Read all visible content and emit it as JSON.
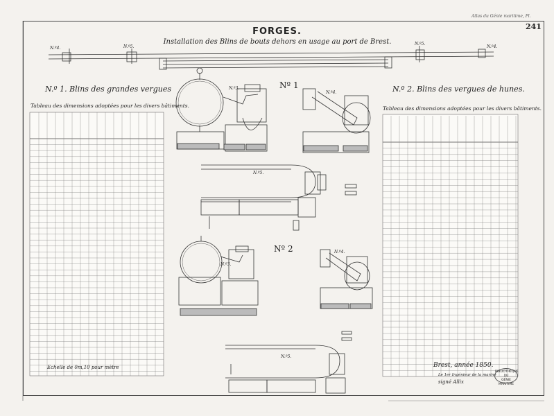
{
  "header": {
    "series_note": "Atlas du Génie maritime, Pl.",
    "page_number": "241"
  },
  "title": "FORGES.",
  "subtitle": "Installation des Blins de bouts dehors en usage au port de Brest.",
  "boom_labels": [
    "N.º4.",
    "N.º5.",
    "N.º5.",
    "N.º4."
  ],
  "left_section": {
    "title": "N.º 1. Blins des grandes vergues",
    "caption": "Tableau des dimensions adoptées pour les divers bâtiments."
  },
  "right_section": {
    "title": "N.º 2. Blins des vergues de hunes.",
    "caption": "Tableau des dimensions adoptées pour les divers bâtiments."
  },
  "figures": {
    "no1_label": "Nº 1",
    "no2_label": "Nº 2",
    "fig_n3": "N.º3.",
    "fig_n4": "N.º4.",
    "fig_n5": "N.º5."
  },
  "footer": {
    "scale": "Echelle de 0m,10 pour mètre",
    "place_date": "Brest, année 1850.",
    "engineer_note": "Le 1er Ingénieur de la marine",
    "signature": "signé Allix"
  },
  "stamp_text": [
    "BIBLIOTHÈQUE",
    "DU",
    "GÉNIE MARITIME"
  ],
  "colors": {
    "paper": "#f4f2ee",
    "ink": "#222222",
    "frame": "#444444"
  }
}
